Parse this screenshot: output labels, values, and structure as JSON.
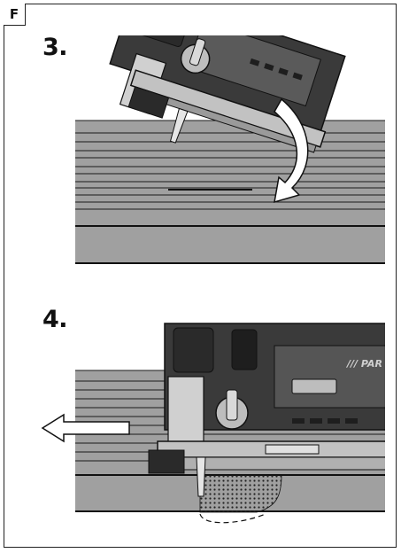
{
  "page": {
    "section_label": "F",
    "steps": [
      {
        "number": "3."
      },
      {
        "number": "4."
      }
    ],
    "brand_fragment": "/// PAR"
  },
  "icons": {
    "rotate_arrow": "curved-down-arrow-icon",
    "push_arrow": "left-arrow-icon"
  },
  "colors": {
    "board": "#9e9e9e",
    "tool_body": "#3a3a3a",
    "tool_dark": "#1e1e1e",
    "housing_light": "#b9b9b9",
    "outline": "#111111"
  }
}
